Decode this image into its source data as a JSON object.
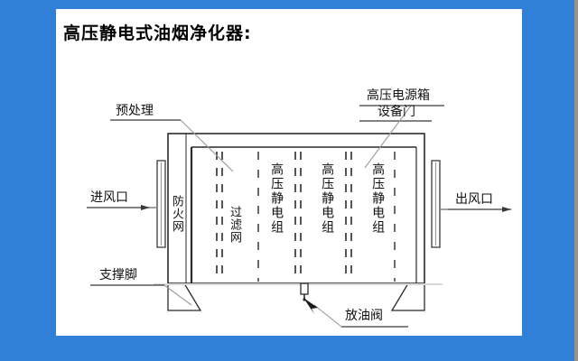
{
  "slide": {
    "background_color": "#3080d8",
    "panel_color": "#ffffff",
    "title": "高压静电式油烟净化器:"
  },
  "diagram": {
    "name": "electrostatic-fume-purifier-cross-section",
    "labels": {
      "pre_treatment": "预处理",
      "hv_power_box": "高压电源箱",
      "equipment_door": "设备门",
      "air_inlet": "进风口",
      "air_outlet": "出风口",
      "support_leg": "支撑脚",
      "oil_drain_valve": "放油阀"
    },
    "internal_sections": [
      {
        "name": "fire-mesh",
        "text": "防火网"
      },
      {
        "name": "filter-mesh",
        "text": "过滤网"
      },
      {
        "name": "electrostatic-unit-1",
        "text": "高压静电组"
      },
      {
        "name": "electrostatic-unit-2",
        "text": "高压静电组"
      },
      {
        "name": "electrostatic-unit-3",
        "text": "高压静电组"
      }
    ],
    "line_color": "#2b2b2b",
    "leader_color": "#8c8c8c"
  }
}
